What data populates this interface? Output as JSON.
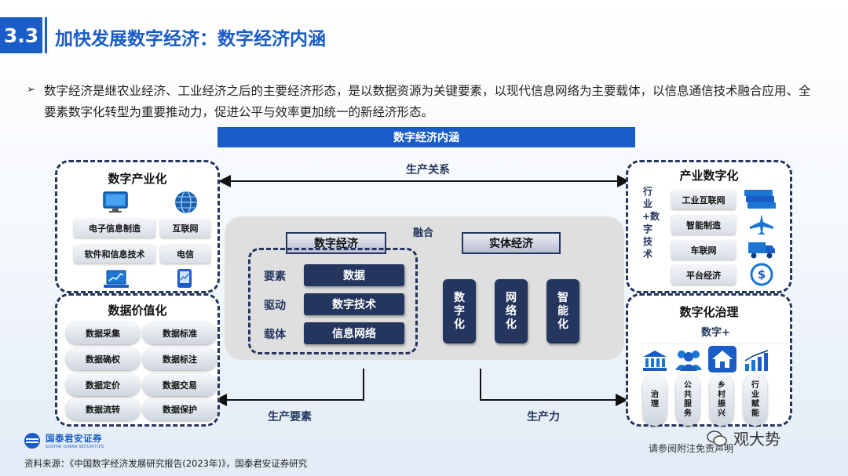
{
  "header": {
    "section_number": "3.3",
    "title": "加快发展数字经济：数字经济内涵"
  },
  "intro": "数字经济是继农业经济、工业经济之后的主要经济形态，是以数据资源为关键要素，以现代信息网络为主要载体，以信息通信技术融合应用、全要素数字化转型为重要推动力，促进公平与效率更加统一的新经济形态。",
  "banner": "数字经济内涵",
  "flows": {
    "production_relations": "生产关系",
    "fusion": "融合",
    "production_factors": "生产要素",
    "productivity": "生产力"
  },
  "panels": {
    "digital_industrialization": {
      "title": "数字产业化",
      "items": [
        "电子信息制造",
        "互联网",
        "软件和信息技术",
        "电信"
      ]
    },
    "data_valorization": {
      "title": "数据价值化",
      "items": [
        "数据采集",
        "数据标准",
        "数据确权",
        "数据标注",
        "数据定价",
        "数据交易",
        "数据流转",
        "数据保护"
      ]
    },
    "industrial_digitalization": {
      "title": "产业数字化",
      "side_label": "行业+数字技术",
      "items": [
        "工业互联网",
        "智能制造",
        "车联网",
        "平台经济"
      ]
    },
    "digital_governance": {
      "title": "数字化治理",
      "subtitle": "数字+",
      "items": [
        "治理",
        "公共服务",
        "乡村振兴",
        "行业赋能"
      ]
    }
  },
  "center": {
    "digital_economy": "数字经济",
    "real_economy": "实体经济",
    "row_labels": [
      "要素",
      "驱动",
      "载体"
    ],
    "row_values": [
      "数据",
      "数字技术",
      "信息网络"
    ],
    "transforms": [
      "数字化",
      "网络化",
      "智能化"
    ]
  },
  "footer": {
    "logo_cn": "国泰君安证券",
    "logo_en": "GUOTAI JUNAN SECURITIES",
    "source": "资料来源：《中国数字经济发展研究报告(2023年)》，国泰君安证券研究",
    "note": "请参阅附注免责声明",
    "watermark": "观大势"
  },
  "colors": {
    "brand_blue": "#1a5cc8",
    "navy": "#24365e"
  }
}
